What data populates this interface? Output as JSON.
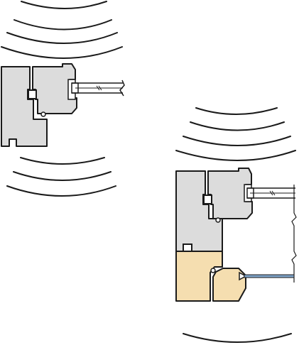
{
  "diagram": {
    "kind": "window sash joint cross-section comparison",
    "colors": {
      "background": "#ffffff",
      "line": "#1a1a1a",
      "profile_fill": "#dcdcdc",
      "wood_fill": "#f5deb0",
      "glass_fill": "#ffffff",
      "pane_blue": "#7ea3c8",
      "gasket_fill": "#ffffff"
    },
    "views": [
      {
        "name": "original-profile",
        "arcs_above": 4,
        "arcs_below": 3
      },
      {
        "name": "renovated-profile",
        "arcs_above": 4,
        "arcs_below": 1,
        "has_wood_insert": true,
        "has_added_pane": true
      }
    ]
  }
}
